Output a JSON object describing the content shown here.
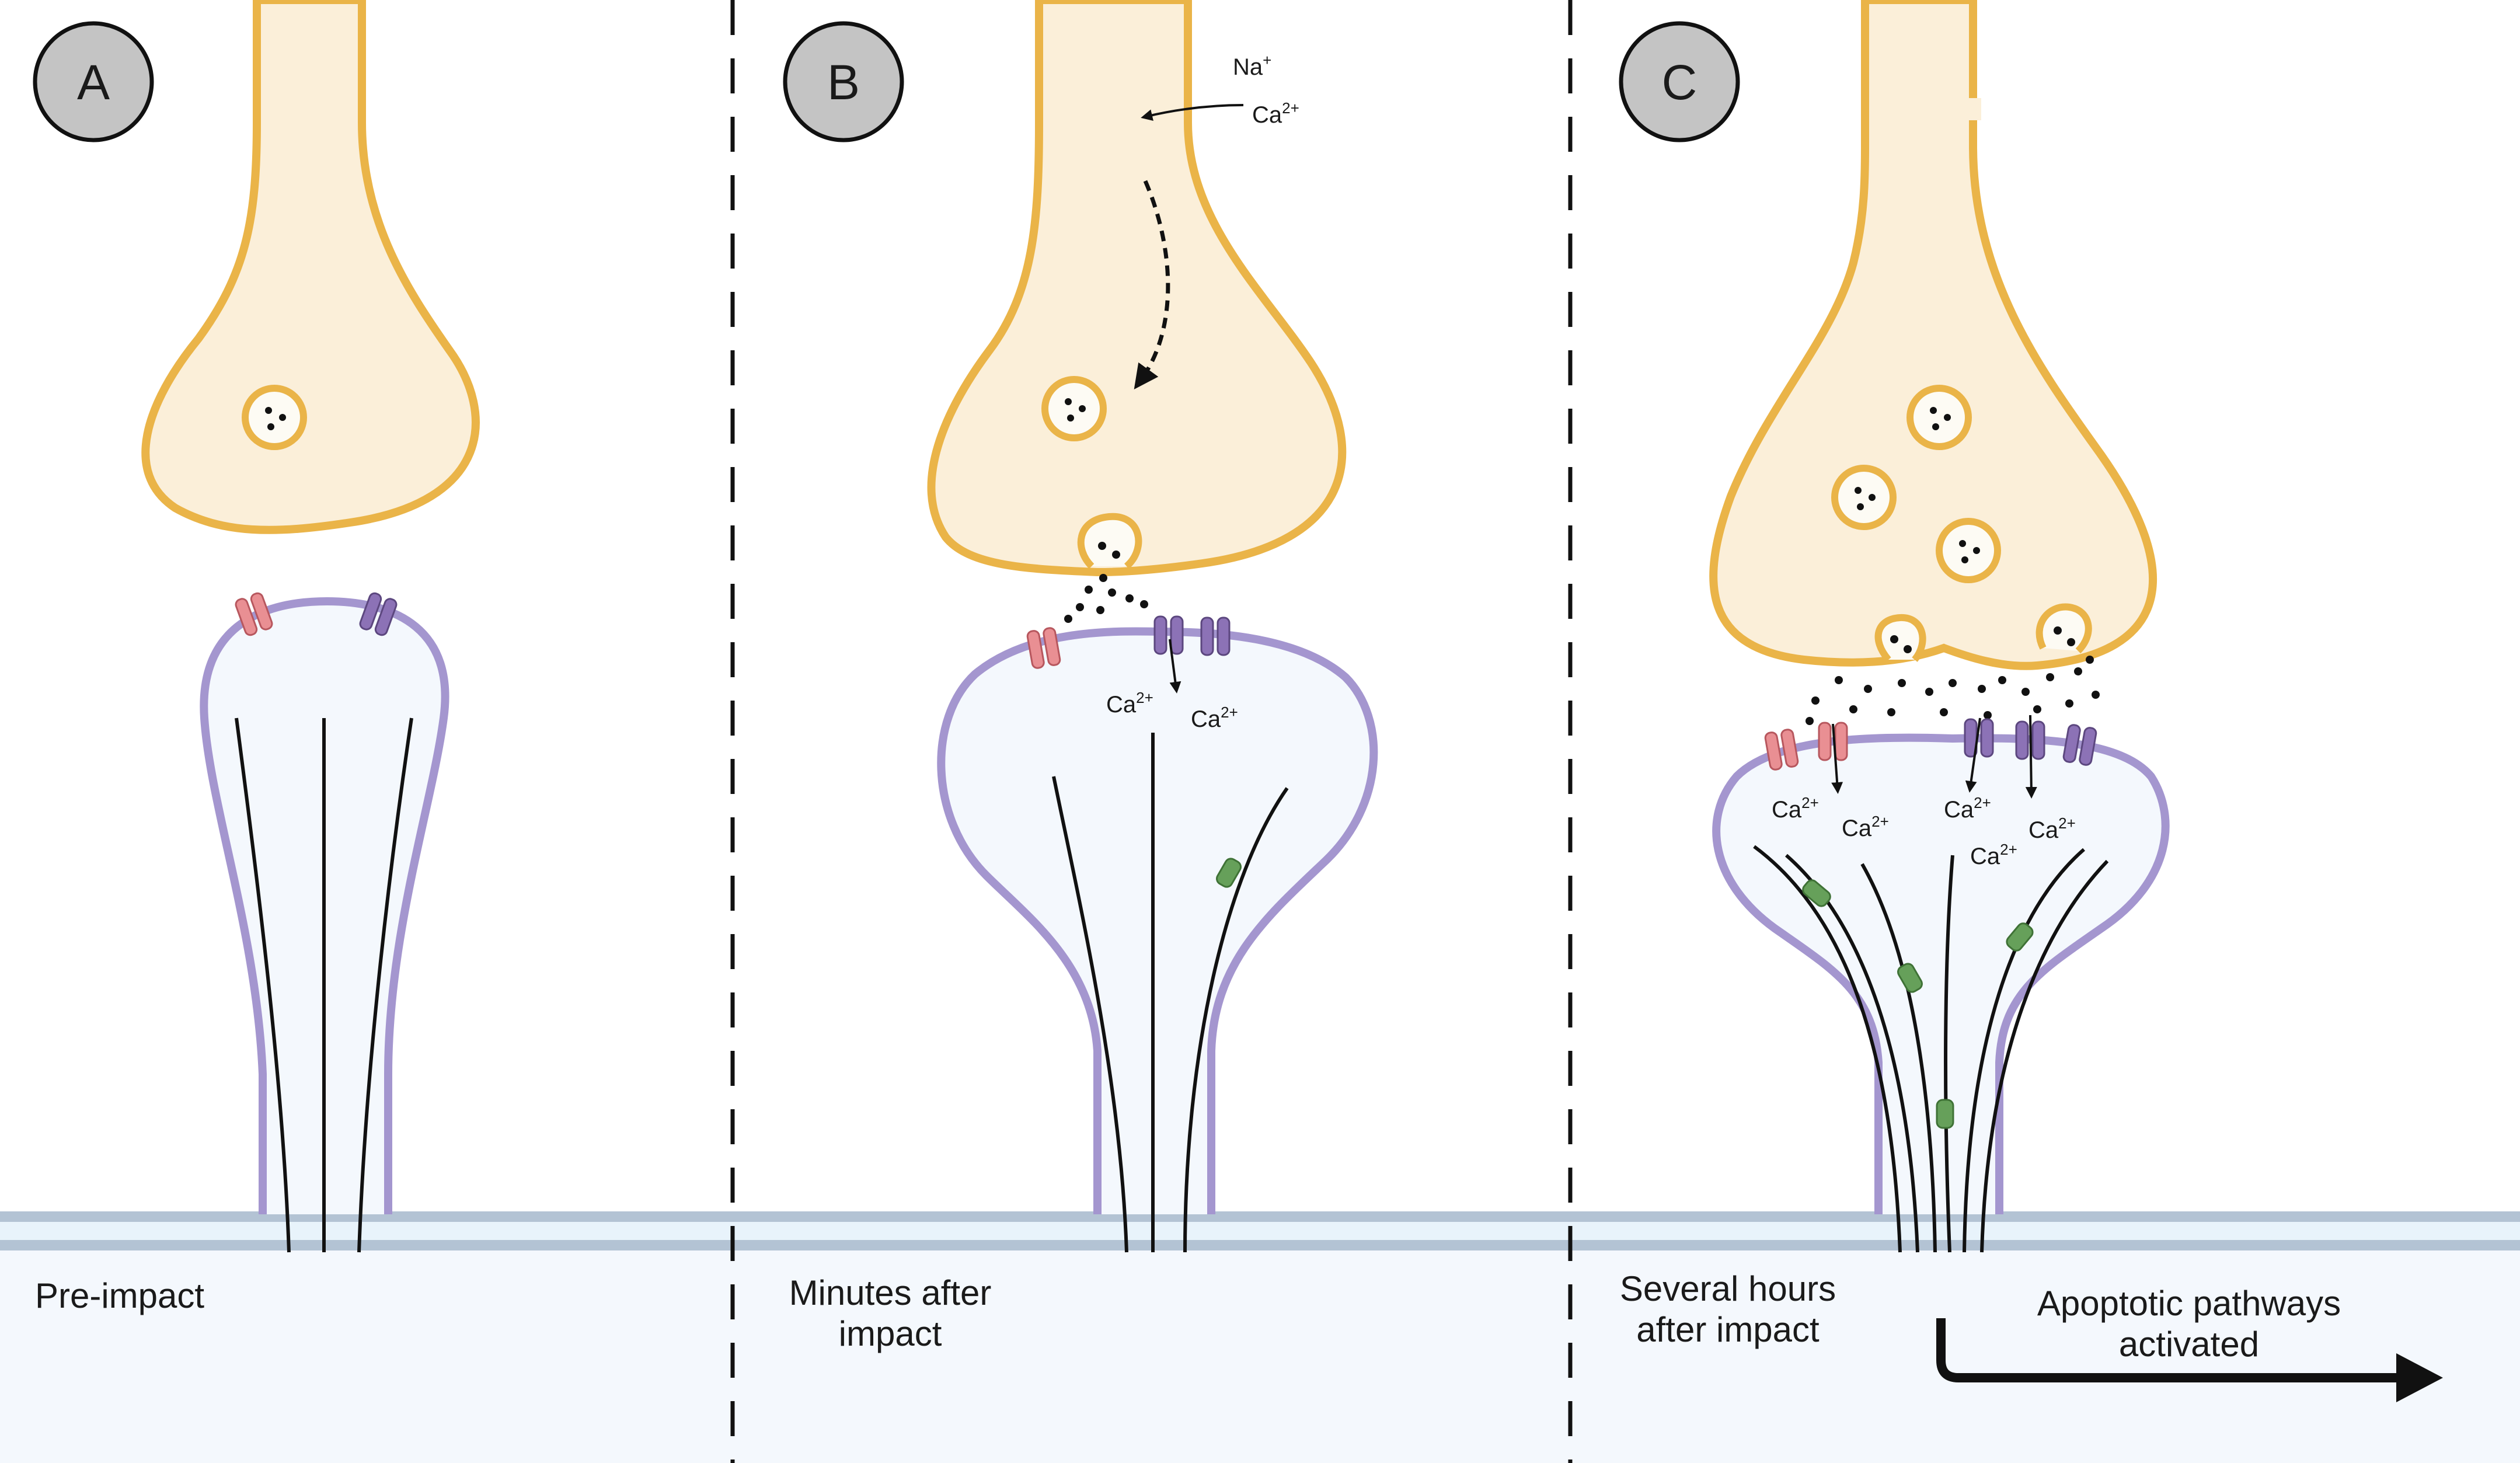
{
  "panels": [
    {
      "badge": "A",
      "caption_lines": [
        "Pre-impact"
      ]
    },
    {
      "badge": "B",
      "caption_lines": [
        "Minutes after",
        "impact"
      ]
    },
    {
      "badge": "C",
      "caption_lines": [
        "Several hours",
        "after impact"
      ]
    }
  ],
  "ion_labels": {
    "sodium": "Na",
    "sodium_charge": "+",
    "calcium": "Ca",
    "calcium_charge": "2+"
  },
  "apoptosis_label_lines": [
    "Apoptotic pathways",
    "activated"
  ],
  "colors": {
    "presynaptic_fill": "#fbefd9",
    "presynaptic_stroke": "#eab448",
    "postsynaptic_fill": "#f4f8fd",
    "postsynaptic_stroke": "#a496cf",
    "receptor_pink": "#e98f93",
    "receptor_purple": "#8c72b6",
    "damage_marker": "#66a05a",
    "badge_fill": "#c4c4c4",
    "membrane_band": "#b3c3d4"
  }
}
